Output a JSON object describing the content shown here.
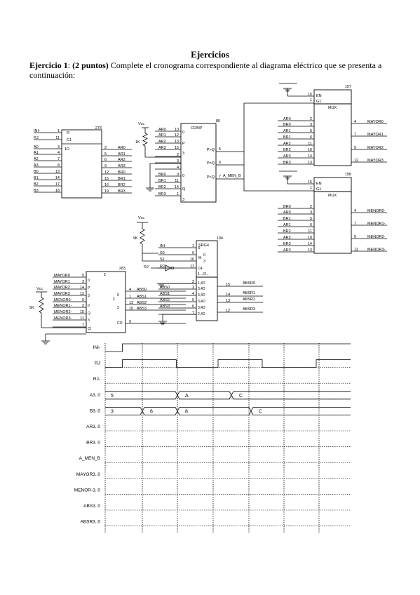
{
  "heading": "Ejercicios",
  "exercise": {
    "label": "Ejercicio 1",
    "points": "(2 puntos)",
    "text": "Complete el cronograma correspondiente al diagrama eléctrico que se presenta a continuación:"
  },
  "chips": {
    "reg273": {
      "number": "273",
      "inputs": [
        {
          "sig": "INI-",
          "pin": "1"
        },
        {
          "sig": "RJ",
          "pin": "11"
        },
        {
          "sig": "A0",
          "pin": "3"
        },
        {
          "sig": "A1",
          "pin": "4"
        },
        {
          "sig": "A2",
          "pin": "7"
        },
        {
          "sig": "A3",
          "pin": "8"
        },
        {
          "sig": "B0",
          "pin": "13"
        },
        {
          "sig": "B1",
          "pin": "14"
        },
        {
          "sig": "B2",
          "pin": "17"
        },
        {
          "sig": "B3",
          "pin": "18"
        }
      ],
      "outputs": [
        {
          "pin": "2",
          "sig": "AR0"
        },
        {
          "pin": "5",
          "sig": "AR1"
        },
        {
          "pin": "6",
          "sig": "AR2"
        },
        {
          "pin": "9",
          "sig": "AR3"
        },
        {
          "pin": "12",
          "sig": "BR0"
        },
        {
          "pin": "15",
          "sig": "BR1"
        },
        {
          "pin": "16",
          "sig": "BR2"
        },
        {
          "pin": "19",
          "sig": "BR3"
        }
      ],
      "labels": [
        "R",
        "C1",
        "1D"
      ]
    },
    "comp85": {
      "number": "85",
      "name": "COMP",
      "vcc": "Vcc",
      "resistor": "1K",
      "inputs": [
        {
          "sig": "AR0",
          "pin": "10"
        },
        {
          "sig": "AR1",
          "pin": "12"
        },
        {
          "sig": "AR2",
          "pin": "13"
        },
        {
          "sig": "AR3",
          "pin": "15"
        },
        {
          "sig": "",
          "pin": "2"
        },
        {
          "sig": "",
          "pin": "3"
        },
        {
          "sig": "",
          "pin": "4"
        },
        {
          "sig": "BR0",
          "pin": "9"
        },
        {
          "sig": "BR1",
          "pin": "11"
        },
        {
          "sig": "BR2",
          "pin": "14"
        },
        {
          "sig": "BR3",
          "pin": "1"
        }
      ],
      "outputs": [
        {
          "label": "P>Q",
          "pin": "5",
          "sig": ""
        },
        {
          "label": "P=Q",
          "pin": "6",
          "sig": ""
        },
        {
          "label": "P<Q",
          "pin": "7",
          "sig": "A_MEN_B"
        }
      ],
      "labels": [
        "0",
        "P",
        "3",
        "0",
        "Q",
        "3"
      ]
    },
    "mux157": {
      "number": "157",
      "name": "MUX",
      "ctrl": [
        {
          "label": "EN",
          "pin": "15"
        },
        {
          "label": "G1",
          "pin": "1"
        }
      ],
      "inputs": [
        {
          "sig": "AR0",
          "pin": "2"
        },
        {
          "sig": "BR0",
          "pin": "3"
        },
        {
          "sig": "AR1",
          "pin": "5"
        },
        {
          "sig": "BR1",
          "pin": "6"
        },
        {
          "sig": "AR2",
          "pin": "11"
        },
        {
          "sig": "BR2",
          "pin": "10"
        },
        {
          "sig": "AR3",
          "pin": "14"
        },
        {
          "sig": "BR3",
          "pin": "13"
        }
      ],
      "outputs": [
        {
          "pin": "4",
          "sig": "MAYOR0"
        },
        {
          "pin": "7",
          "sig": "MAYOR1"
        },
        {
          "pin": "9",
          "sig": "MAYOR2"
        },
        {
          "pin": "12",
          "sig": "MAYOR3"
        }
      ]
    },
    "mux158": {
      "number": "158",
      "name": "MUX",
      "ctrl": [
        {
          "label": "EN",
          "pin": "15"
        },
        {
          "label": "G1",
          "pin": "1"
        }
      ],
      "inputs": [
        {
          "sig": "BR0",
          "pin": "2"
        },
        {
          "sig": "AR0",
          "pin": "3"
        },
        {
          "sig": "BR1",
          "pin": "5"
        },
        {
          "sig": "AR1",
          "pin": "6"
        },
        {
          "sig": "BR2",
          "pin": "11"
        },
        {
          "sig": "AR2",
          "pin": "10"
        },
        {
          "sig": "BR3",
          "pin": "14"
        },
        {
          "sig": "AR3",
          "pin": "13"
        }
      ],
      "outputs": [
        {
          "pin": "4",
          "sig": "MENOR0-"
        },
        {
          "pin": "7",
          "sig": "MENOR1-"
        },
        {
          "pin": "9",
          "sig": "MENOR2-"
        },
        {
          "pin": "12",
          "sig": "MENOR3-"
        }
      ]
    },
    "srg194": {
      "number": "194",
      "name": "SRG4",
      "vcc": "Vcc",
      "resistor": "9K",
      "inputs": [
        {
          "sig": "INI-",
          "pin": "1"
        },
        {
          "sig": "S0",
          "pin": "9"
        },
        {
          "sig": "S1",
          "pin": "10"
        },
        {
          "sig": "RJ-",
          "pin": "11"
        },
        {
          "sig": "",
          "pin": "2"
        },
        {
          "sig": "ABS0",
          "pin": "3"
        },
        {
          "sig": "ABS1",
          "pin": "4"
        },
        {
          "sig": "ABS2",
          "pin": "5"
        },
        {
          "sig": "ABS3",
          "pin": "6"
        },
        {
          "sig": "",
          "pin": "7"
        }
      ],
      "outputs": [
        {
          "pin": "15",
          "sig": "ABSR0"
        },
        {
          "pin": "14",
          "sig": "ABSR1"
        },
        {
          "pin": "13",
          "sig": "ABSR2"
        },
        {
          "pin": "12",
          "sig": "ABSR3"
        }
      ],
      "in_labels": [
        "R",
        "0",
        "M",
        "3",
        "C4",
        "1→/2←",
        "1,4D",
        "3,4D",
        "3,4D",
        "3,4D",
        "3,4D",
        "2,4D"
      ],
      "inverter_in": "RJ"
    },
    "add283": {
      "number": "283",
      "vcc": "Vcc",
      "resistor": "5K",
      "inputs": [
        {
          "sig": "MAYOR0",
          "pin": "5"
        },
        {
          "sig": "MAYOR1",
          "pin": "3"
        },
        {
          "sig": "MAYOR2",
          "pin": "14"
        },
        {
          "sig": "MAYOR3",
          "pin": "12"
        },
        {
          "sig": "MENOR0-",
          "pin": "6"
        },
        {
          "sig": "MENOR1-",
          "pin": "2"
        },
        {
          "sig": "MENOR2-",
          "pin": "15"
        },
        {
          "sig": "MENOR3-",
          "pin": "11"
        },
        {
          "sig": "",
          "pin": "7"
        }
      ],
      "outputs": [
        {
          "pin": "4",
          "sig": "ABS0"
        },
        {
          "pin": "1",
          "sig": "ABS1"
        },
        {
          "pin": "13",
          "sig": "ABS2"
        },
        {
          "pin": "10",
          "sig": "ABS3"
        },
        {
          "pin": "9",
          "sig": ""
        }
      ],
      "labels": [
        "Σ",
        "0",
        "P",
        "3",
        "0",
        "Q",
        "3",
        "CI",
        "0",
        "Σ",
        "3",
        "CO"
      ]
    }
  },
  "timing": {
    "signals": [
      "INI-",
      "RJ",
      "RJ-",
      "A3..0",
      "B3..0",
      "AR3..0",
      "BR3..0",
      "A_MEN_B",
      "MAYOR3..0",
      "MENOR-3..0",
      "ABS3..0",
      "ABSR3..0"
    ],
    "a_values": [
      "5",
      "A",
      "C"
    ],
    "b_values": [
      "3",
      "6",
      "8",
      "C"
    ],
    "ini_low_fraction": 0.07,
    "rj_pulses": [
      [
        0.07,
        0.29
      ],
      [
        0.46,
        0.64
      ],
      [
        0.86,
        1.0
      ]
    ]
  }
}
